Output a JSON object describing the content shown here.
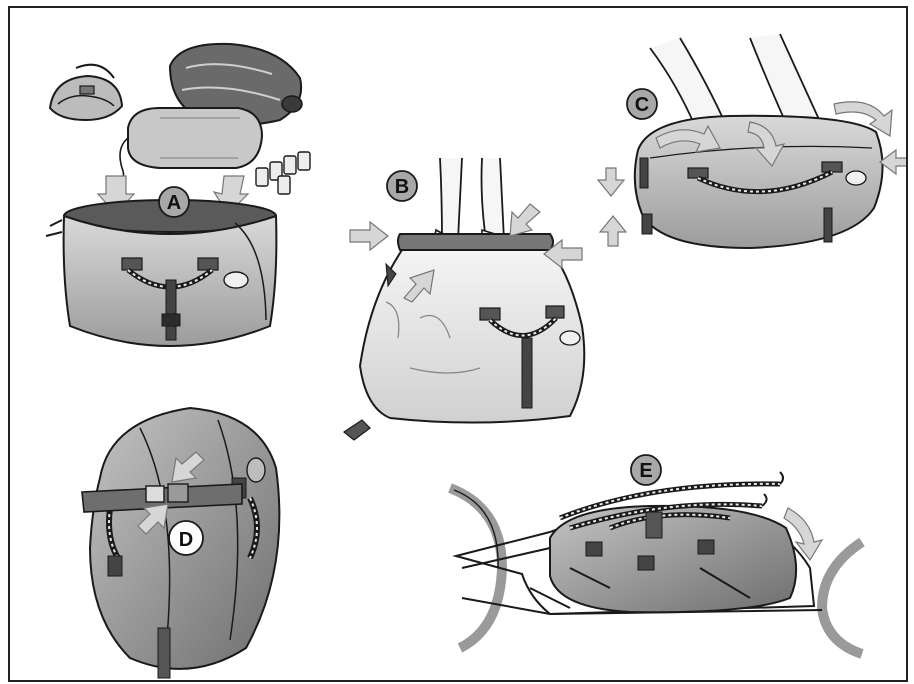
{
  "steps": [
    {
      "id": "A",
      "label": "A"
    },
    {
      "id": "B",
      "label": "B"
    },
    {
      "id": "C",
      "label": "C"
    },
    {
      "id": "D",
      "label": "D"
    },
    {
      "id": "E",
      "label": "E"
    }
  ],
  "colors": {
    "ink": "#1a1a1a",
    "bag_light": "#e2e2e2",
    "bag_mid": "#b4b4b4",
    "bag_dark": "#7a7a7a",
    "arrow_fill": "#d6d6d6",
    "label_circle": "#a8a8a8",
    "label_circle_white": "#ffffff"
  }
}
